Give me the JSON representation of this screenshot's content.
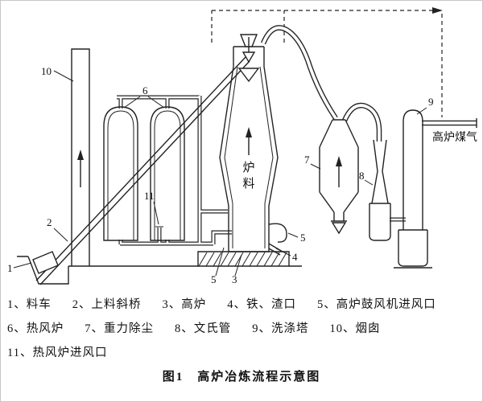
{
  "figure": {
    "caption": "图1　高炉冶炼流程示意图"
  },
  "legend": {
    "row1": [
      "1、料车",
      "2、上料斜桥",
      "3、高炉",
      "4、铁、渣口",
      "5、高炉鼓风机进风口"
    ],
    "row2": [
      "6、热风炉",
      "7、重力除尘",
      "8、文氏管",
      "9、洗涤塔",
      "10、烟囱"
    ],
    "row3": [
      "11、热风炉进风口"
    ]
  },
  "diagram": {
    "labels": {
      "gas_outlet": "高炉煤气",
      "burden_char1": "炉",
      "burden_char2": "料"
    },
    "callouts": {
      "skip_car": "1",
      "inclined_bridge": "2",
      "furnace": "3",
      "taphole": "4",
      "blast_inlet_left": "5",
      "blast_inlet_right": "5",
      "hot_blast_stoves": "6",
      "dust_catcher": "7",
      "venturi": "8",
      "scrubber": "9",
      "chimney": "10",
      "stove_air_inlet": "11"
    }
  }
}
